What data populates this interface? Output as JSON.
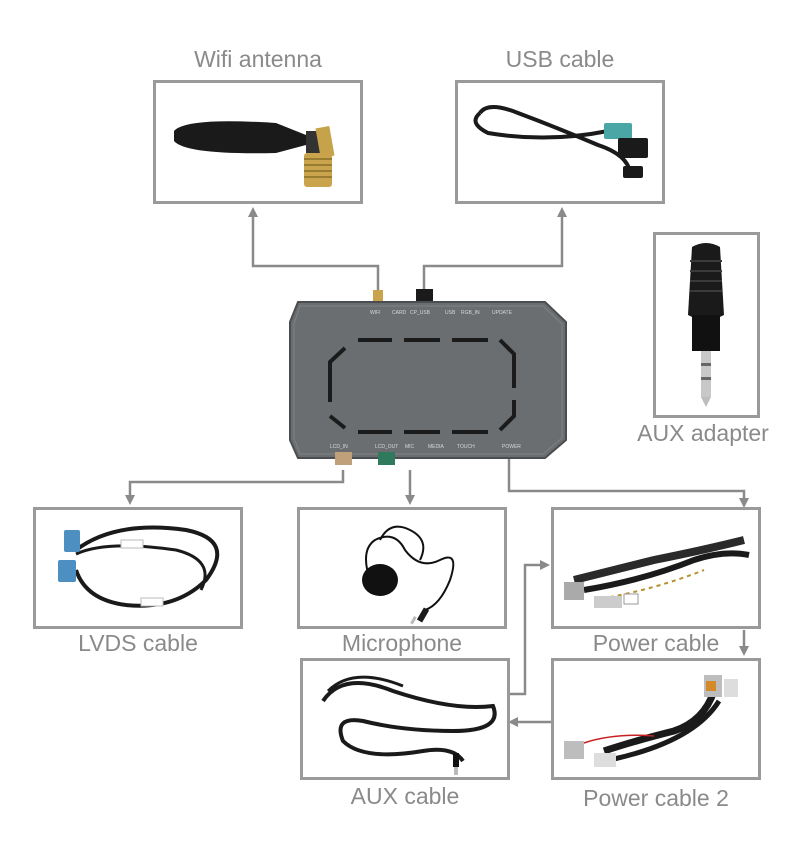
{
  "components": {
    "wifi_antenna": {
      "label": "Wifi antenna"
    },
    "usb_cable": {
      "label": "USB cable"
    },
    "aux_adapter": {
      "label": "AUX adapter"
    },
    "lvds_cable": {
      "label": "LVDS cable"
    },
    "microphone": {
      "label": "Microphone"
    },
    "power_cable": {
      "label": "Power cable"
    },
    "aux_cable": {
      "label": "AUX cable"
    },
    "power_cable_2": {
      "label": "Power cable 2"
    }
  },
  "device": {
    "ports_top": [
      "WIFI",
      "CARD",
      "CP_USB",
      "USB",
      "RGB_IN",
      "UPDATE"
    ],
    "ports_bottom": [
      "LCD_IN",
      "LCD_OUT",
      "MIC",
      "MEDIA",
      "TOUCH",
      "POWER"
    ]
  },
  "colors": {
    "frame": "#9a9a9a",
    "arrow": "#8a8a8a",
    "device": "#6b6e70",
    "text": "#8a8a8a"
  }
}
